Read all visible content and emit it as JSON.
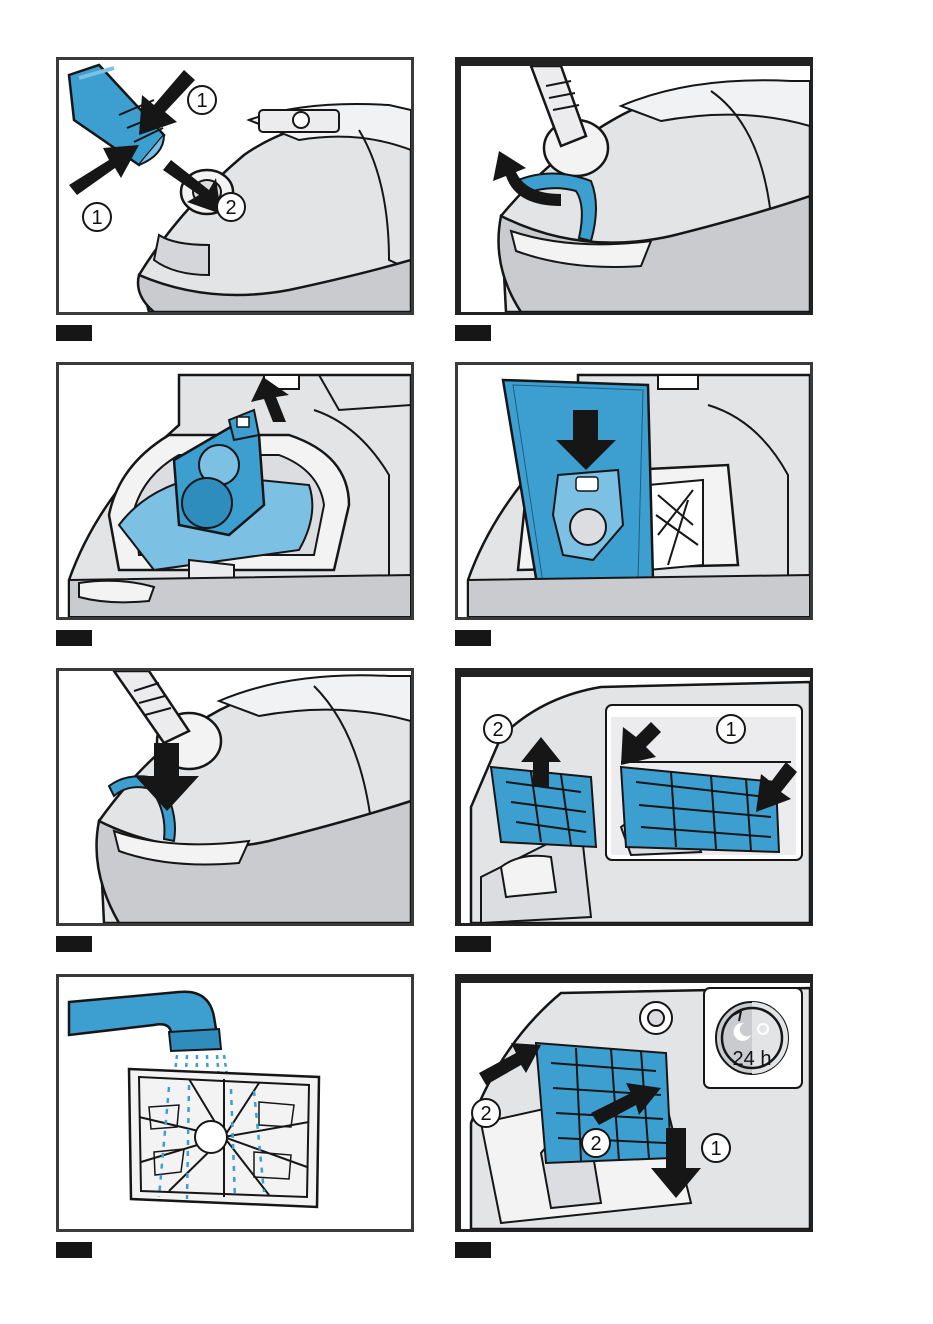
{
  "figures": [
    {
      "id": "fig1",
      "callouts": [
        "1",
        "1",
        "2"
      ]
    },
    {
      "id": "fig2",
      "callouts": []
    },
    {
      "id": "fig3",
      "callouts": []
    },
    {
      "id": "fig4",
      "callouts": []
    },
    {
      "id": "fig5",
      "callouts": []
    },
    {
      "id": "fig6",
      "callouts": [
        "2",
        "1"
      ]
    },
    {
      "id": "fig7",
      "callouts": []
    },
    {
      "id": "fig8",
      "callouts": [
        "2",
        "2",
        "1"
      ],
      "timer_label": "24 h"
    }
  ],
  "colors": {
    "accent_blue": "#3c9fd0",
    "light_blue": "#7cc1e4",
    "appliance_gray": "#e3e4e6",
    "shadow_gray": "#c9cbcf",
    "outline": "#161616",
    "label_tab": "#161616"
  },
  "icons": [
    "arrow-icon",
    "hose-icon",
    "filter-icon",
    "tap-icon",
    "timer-icon"
  ]
}
